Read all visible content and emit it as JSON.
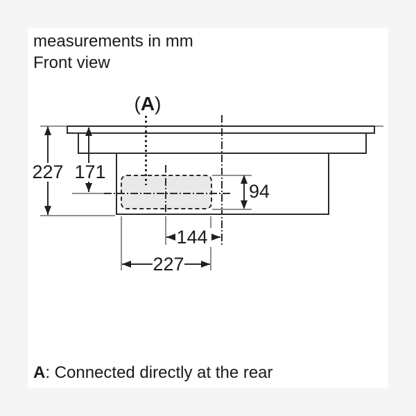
{
  "page": {
    "background": "#f5f5f6",
    "sheet_background": "#ffffff",
    "line_color": "#2b2b2b",
    "extension_line_color": "#8f8f8f",
    "duct_fill_color": "#e9e9e9"
  },
  "header": {
    "line1": "measurements in mm",
    "line2": "Front view"
  },
  "annotation": {
    "open": "(",
    "letter": "A",
    "close": ")"
  },
  "dimensions": {
    "total_height": "227",
    "top_to_duct_axis": "171",
    "duct_height": "94",
    "axis_to_rear": "144",
    "duct_width": "227"
  },
  "footer": {
    "bold": "A",
    "rest": ": Connected directly at the rear"
  }
}
